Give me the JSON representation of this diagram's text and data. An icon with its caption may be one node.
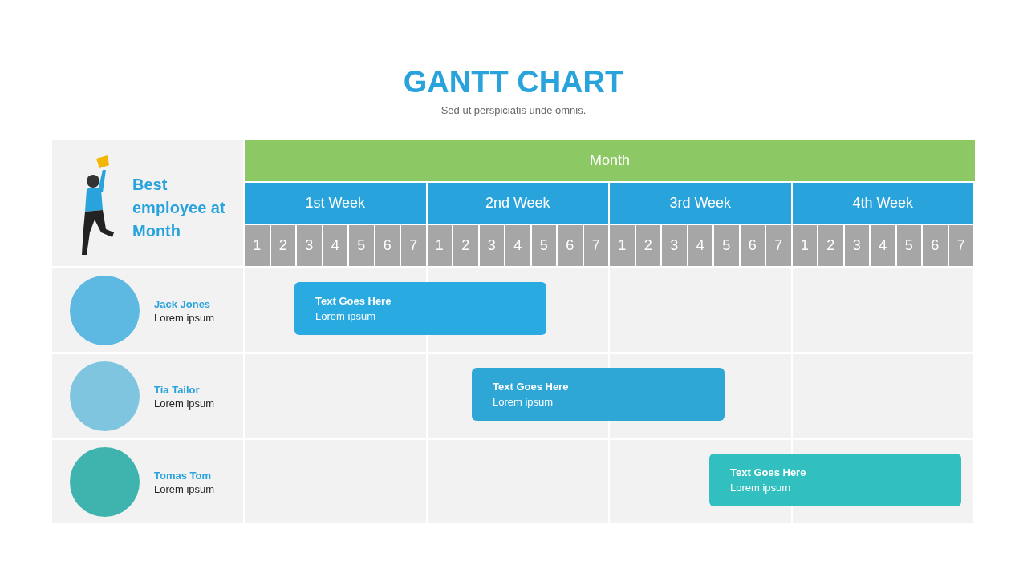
{
  "diagram": {
    "title": "GANTT CHART",
    "caption": "Sed ut perspiciatis unde omnis.",
    "nodes": [
      {
        "text": [
          "Month"
        ]
      },
      {
        "text": [
          "1st Week"
        ]
      },
      {
        "text": [
          "2nd Week"
        ]
      },
      {
        "text": [
          "3rd Week"
        ]
      },
      {
        "text": [
          "4th Week"
        ]
      },
      {
        "text": [
          "1"
        ]
      },
      {
        "text": [
          "2"
        ]
      },
      {
        "text": [
          "3"
        ]
      },
      {
        "text": [
          "4"
        ]
      },
      {
        "text": [
          "5"
        ]
      },
      {
        "text": [
          "6"
        ]
      },
      {
        "text": [
          "7"
        ]
      },
      {
        "text": [
          "1"
        ]
      },
      {
        "text": [
          "2"
        ]
      },
      {
        "text": [
          "3"
        ]
      },
      {
        "text": [
          "4"
        ]
      },
      {
        "text": [
          "5"
        ]
      },
      {
        "text": [
          "6"
        ]
      },
      {
        "text": [
          "7"
        ]
      },
      {
        "text": [
          "1"
        ]
      },
      {
        "text": [
          "2"
        ]
      },
      {
        "text": [
          "3"
        ]
      },
      {
        "text": [
          "4"
        ]
      },
      {
        "text": [
          "5"
        ]
      },
      {
        "text": [
          "6"
        ]
      },
      {
        "text": [
          "7"
        ]
      },
      {
        "text": [
          "1"
        ]
      },
      {
        "text": [
          "2"
        ]
      },
      {
        "text": [
          "3"
        ]
      },
      {
        "text": [
          "4"
        ]
      },
      {
        "text": [
          "5"
        ]
      },
      {
        "text": [
          "6"
        ]
      },
      {
        "text": [
          "7"
        ]
      },
      {
        "text": [
          "Text Goes Here",
          "Lorem ipsum"
        ]
      },
      {
        "text": [
          "Text Goes Here",
          "Lorem ipsum"
        ]
      },
      {
        "text": [
          "Text Goes Here",
          "Lorem ipsum"
        ]
      }
    ],
    "labels": [
      "Best employee at Month",
      "Jack Jones",
      "Lorem ipsum",
      "Tia Tailor",
      "Lorem ipsum",
      "Tomas Tom",
      "Lorem ipsum"
    ]
  }
}
